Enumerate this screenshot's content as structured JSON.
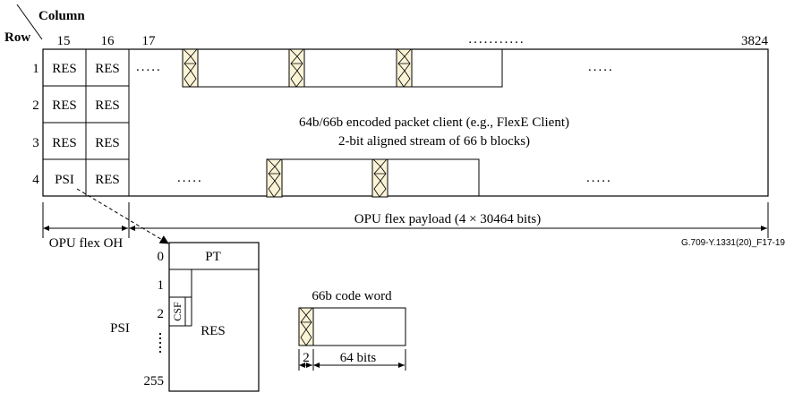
{
  "header": {
    "column_label": "Column",
    "row_label": "Row",
    "col_15": "15",
    "col_16": "16",
    "col_17": "17",
    "col_dots": "...........",
    "col_last": "3824"
  },
  "rows": [
    "1",
    "2",
    "3",
    "4"
  ],
  "oh_cells": {
    "r1c15": "RES",
    "r1c16": "RES",
    "r2c15": "RES",
    "r2c16": "RES",
    "r3c15": "RES",
    "r3c16": "RES",
    "r4c15": "PSI",
    "r4c16": "RES"
  },
  "dots": {
    "row1_left": ".....",
    "row1_right": ".....",
    "row4_left": ".....",
    "row4_right": "....."
  },
  "payload": {
    "line1": "64b/66b encoded packet client (e.g., FlexE Client)",
    "line2": "2-bit aligned stream of 66 b blocks)"
  },
  "dimensions": {
    "oh_label": "OPU flex OH",
    "payload_label": "OPU flex payload (4 × 30464 bits)",
    "figure_id": "G.709-Y.1331(20)_F17-19"
  },
  "psi": {
    "label": "PSI",
    "row_0": "0",
    "row_1": "1",
    "row_2": "2",
    "row_255": "255",
    "pt": "PT",
    "csf": "CSF",
    "res": "RES"
  },
  "codeword": {
    "title": "66b code word",
    "sync_bits": "2",
    "payload_bits": "64 bits"
  },
  "colors": {
    "line": "#000000",
    "sync_fill": "#fbf3d6"
  }
}
